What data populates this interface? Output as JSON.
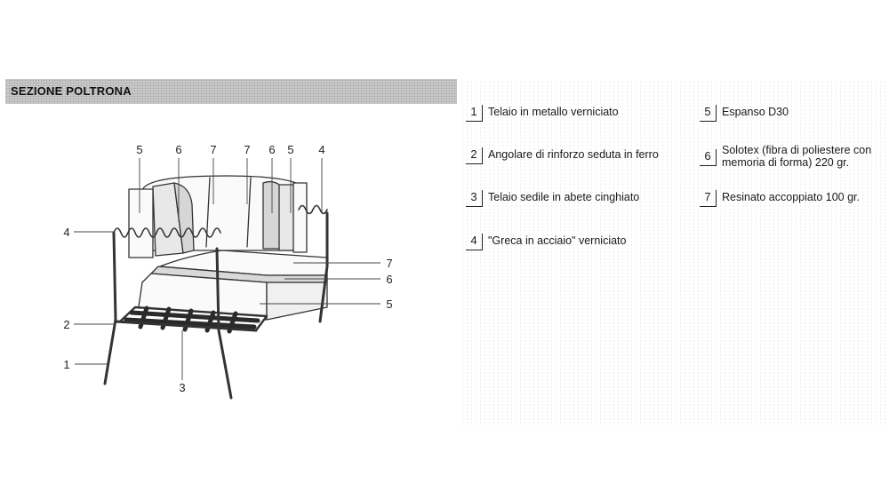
{
  "header": {
    "title": "SEZIONE POLTRONA"
  },
  "callouts": {
    "top": [
      "5",
      "6",
      "7",
      "7",
      "6",
      "5",
      "4"
    ],
    "left": [
      "4",
      "2",
      "1"
    ],
    "bottom": "3",
    "right": [
      "7",
      "6",
      "5"
    ]
  },
  "legend": [
    {
      "number": "1",
      "text": "Telaio in metallo verniciato"
    },
    {
      "number": "2",
      "text": "Angolare di rinforzo seduta in ferro"
    },
    {
      "number": "3",
      "text": "Telaio sedile in abete cinghiato"
    },
    {
      "number": "4",
      "text": "\"Greca in acciaio\" verniciato"
    },
    {
      "number": "5",
      "text": "Espanso D30"
    },
    {
      "number": "6",
      "text": "Solotex (fibra di poliestere con memoria di forma) 220 gr."
    },
    {
      "number": "7",
      "text": "Resinato accoppiato 100 gr."
    }
  ]
}
